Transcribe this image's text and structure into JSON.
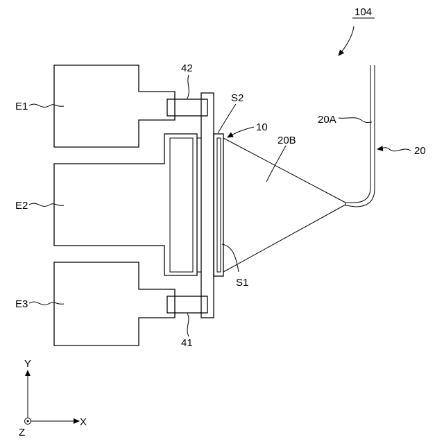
{
  "figure": {
    "ref_104": "104",
    "ref_20": "20",
    "ref_20A": "20A",
    "ref_20B": "20B",
    "ref_10": "10",
    "ref_S1": "S1",
    "ref_S2": "S2",
    "ref_41": "41",
    "ref_42": "42",
    "ref_E1": "E1",
    "ref_E2": "E2",
    "ref_E3": "E3"
  },
  "axes": {
    "x_label": "X",
    "y_label": "Y",
    "z_label": "Z"
  }
}
